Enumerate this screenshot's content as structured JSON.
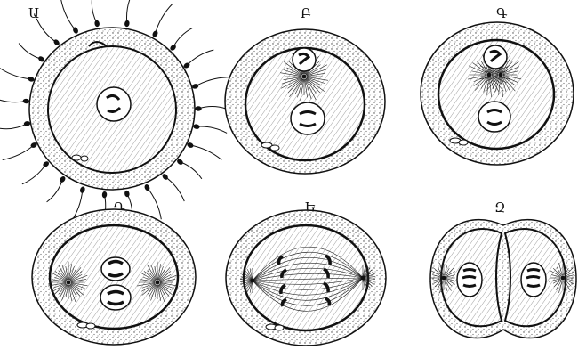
{
  "panels": [
    {
      "id": "a",
      "label": "Ա"
    },
    {
      "id": "b",
      "label": "Բ"
    },
    {
      "id": "c",
      "label": "Գ"
    },
    {
      "id": "d",
      "label": "Դ"
    },
    {
      "id": "e",
      "label": "Ե"
    },
    {
      "id": "f",
      "label": "Զ"
    }
  ],
  "colors": {
    "ink": "#111111",
    "background": "#ffffff",
    "stipple": "#555555"
  }
}
